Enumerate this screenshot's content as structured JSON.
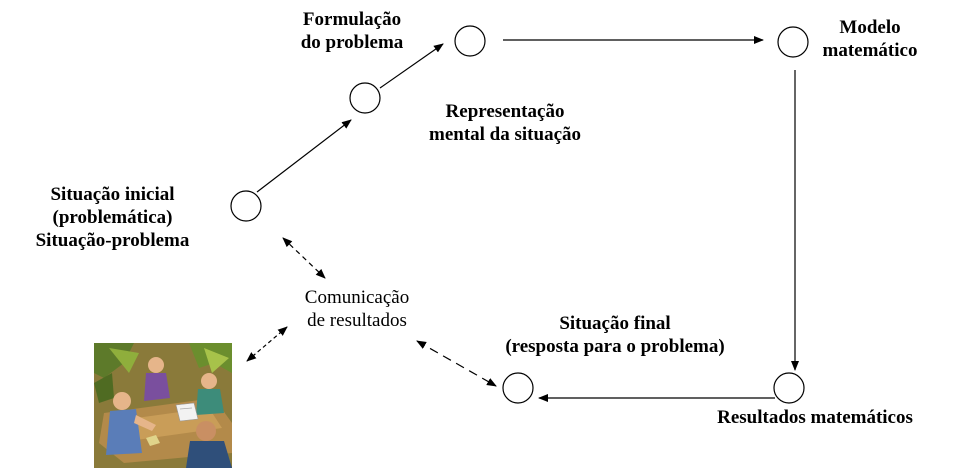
{
  "diagram": {
    "nodes": {
      "situacao_inicial": "Situação inicial\n(problemática)\nSituação-problema",
      "formulacao": "Formulação\ndo problema",
      "representacao_mental": "Representação\nmental da situação",
      "modelo_matematico": "Modelo\nmatemático",
      "situacao_final": "Situação final\n(resposta para o problema)",
      "resultados_matematicos": "Resultados matemáticos",
      "comunicacao": "Comunicação\nde resultados"
    },
    "colors": {
      "line": "#000000",
      "node_fill": "#ffffff"
    },
    "clipart": "meeting-people-clipart"
  }
}
